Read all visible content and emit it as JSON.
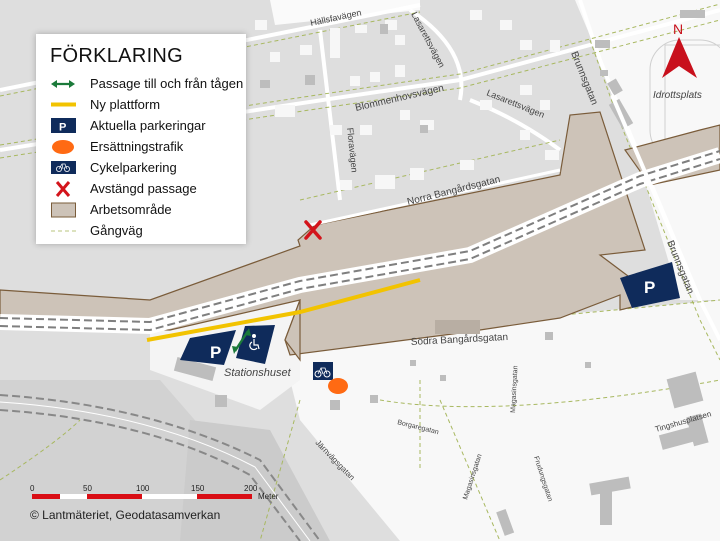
{
  "legend": {
    "title": "FÖRKLARING",
    "items": [
      {
        "symbol": "green-double-arrow",
        "label": "Passage till och från tågen"
      },
      {
        "symbol": "yellow-line",
        "label": "Ny plattform"
      },
      {
        "symbol": "parking-p",
        "label": "Aktuella parkeringar"
      },
      {
        "symbol": "orange-ellipse",
        "label": "Ersättningstrafik"
      },
      {
        "symbol": "bicycle",
        "label": "Cykelparkering"
      },
      {
        "symbol": "red-x",
        "label": "Avstängd passage"
      },
      {
        "symbol": "beige-area",
        "label": "Arbetsområde"
      },
      {
        "symbol": "dashed-green-line",
        "label": "Gångväg"
      }
    ]
  },
  "map_labels": {
    "hallsfavagen": "Hällsfavägen",
    "lasarettsvagen_1": "Lasarettsvägen",
    "lasarettsvagen_2": "Lasarettsvägen",
    "blommenhovsvagen": "Blommenhovsvägen",
    "floravagen": "Floravägen",
    "norra_bangardsgatan": "Norra Bangårdsgatan",
    "sodra_bangardsgatan": "Södra Bangårdsgatan",
    "brunnsgatan_1": "Brunnsgatan",
    "brunnsgatan_2": "Brunnsgatan",
    "idrottsplats": "Idrottsplats",
    "stationshuset": "Stationshuset",
    "magasinsgatan_1": "Magasinsgatan",
    "magasinsgatan_2": "Magasinsgatan",
    "borgaregatan": "Borgaregatan",
    "frudungsgatan": "Frudungsgatan",
    "tingshusplatsen": "Tingshusplatsen",
    "jarnvagsgatan": "Järnvägsgatan"
  },
  "north_arrow": {
    "label": "N"
  },
  "parking": {
    "label": "P"
  },
  "scale_bar": {
    "ticks": [
      "0",
      "50",
      "100",
      "150",
      "200"
    ],
    "unit": "Meter"
  },
  "credit": "© Lantmäteriet, Geodatasamverkan",
  "colors": {
    "work_area": "#cdc3b8",
    "work_border": "#7a5c3a",
    "parking": "#0f2b5b",
    "platform": "#f2c300",
    "passage_arrow": "#1b7a3a",
    "closed_x": "#d3141b",
    "replacement": "#ff6a13",
    "north": "#c8101c",
    "path": "#a8b860",
    "scale_red": "#d90e15"
  }
}
